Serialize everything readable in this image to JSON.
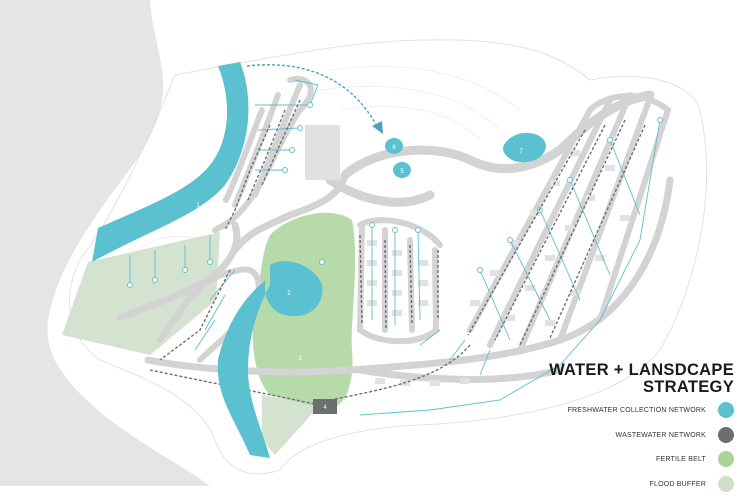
{
  "title": {
    "line1": "WATER + LANSDCAPE",
    "line2": "STRATEGY"
  },
  "legend": [
    {
      "label": "FRESHWATER COLLECTION NETWORK",
      "color": "#5bc0cf"
    },
    {
      "label": "WASTEWATER NETWORK",
      "color": "#6d6e71"
    },
    {
      "label": "FERTILE BELT",
      "color": "#a9d39a"
    },
    {
      "label": "FLOOD BUFFER",
      "color": "#cfdfcb"
    }
  ],
  "markers": {
    "m1": "1",
    "m2": "2",
    "m3": "3",
    "m4": "4",
    "m5": "5",
    "m6": "6",
    "m7": "7"
  }
}
